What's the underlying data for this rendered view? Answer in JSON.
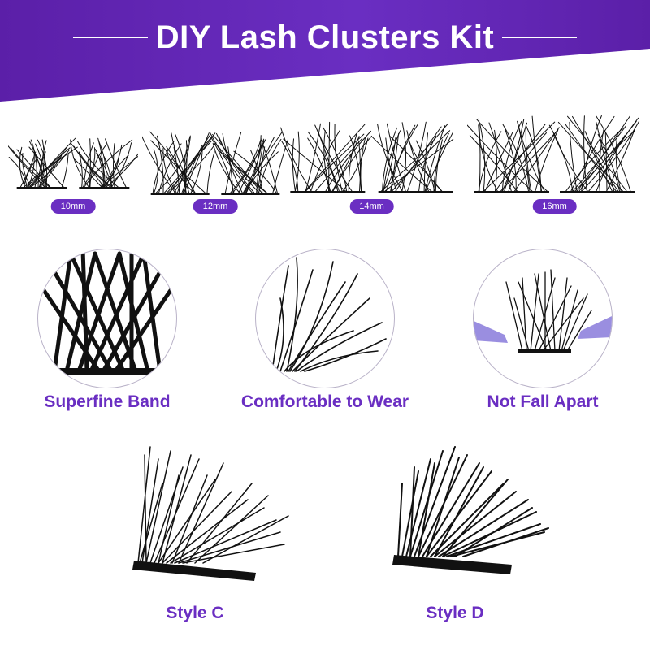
{
  "header": {
    "title": "DIY Lash Clusters Kit"
  },
  "lengths": [
    {
      "label": "10mm"
    },
    {
      "label": "12mm"
    },
    {
      "label": "14mm"
    },
    {
      "label": "16mm"
    }
  ],
  "features": [
    {
      "label": "Superfine Band"
    },
    {
      "label": "Comfortable to Wear"
    },
    {
      "label": "Not Fall Apart"
    }
  ],
  "styles": [
    {
      "label": "Style C"
    },
    {
      "label": "Style D"
    }
  ],
  "colors": {
    "brand_purple": "#6a2ec2",
    "banner_dark": "#5b1fa8",
    "lash_black": "#111111",
    "tweezer_lavender": "#9a8ee0"
  }
}
